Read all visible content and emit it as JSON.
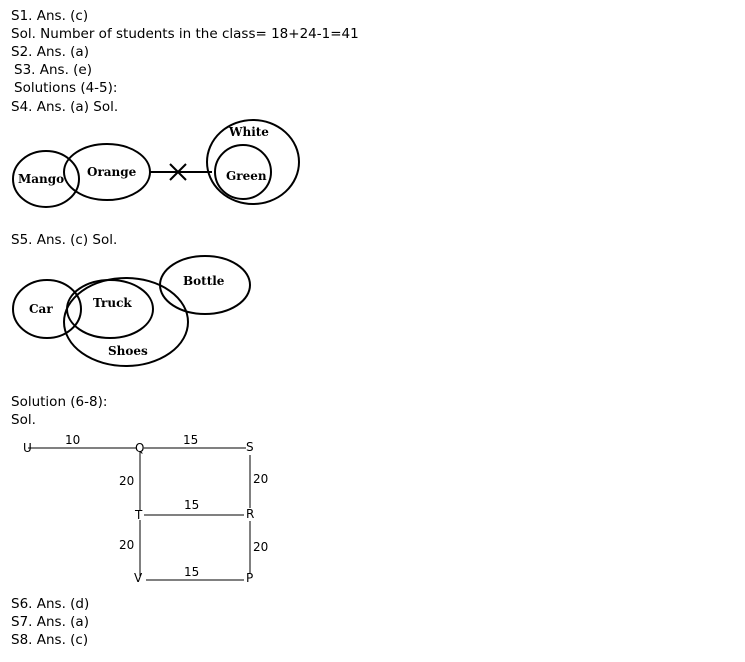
{
  "answers": {
    "s1": "S1. Ans. (c)",
    "sol1": "Sol. Number of students in the class= 18+24-1=41",
    "s2": "S2. Ans. (a)",
    "s3": "S3. Ans. (e)",
    "solutions_4_5": "Solutions (4-5):",
    "s4": "S4. Ans. (a) Sol.",
    "s5": "S5. Ans. (c) Sol.",
    "solution_6_8": "Solution (6-8):",
    "sol": "Sol.",
    "s6": "S6. Ans. (d)",
    "s7": "S7. Ans. (a)",
    "s8": "S8. Ans. (c)"
  },
  "diagram_s4": {
    "mango": "Mango",
    "orange": "Orange",
    "white": "White",
    "green": "Green"
  },
  "diagram_s5": {
    "car": "Car",
    "truck": "Truck",
    "shoes": "Shoes",
    "bottle": "Bottle"
  },
  "direction_map": {
    "points": {
      "u": "U",
      "q": "Q",
      "s": "S",
      "t": "T",
      "r": "R",
      "v": "V",
      "p": "P"
    },
    "distances": {
      "uq": "10",
      "qs": "15",
      "qt": "20",
      "sr": "20",
      "tr": "15",
      "tv": "20",
      "rp": "20",
      "vp": "15"
    }
  }
}
